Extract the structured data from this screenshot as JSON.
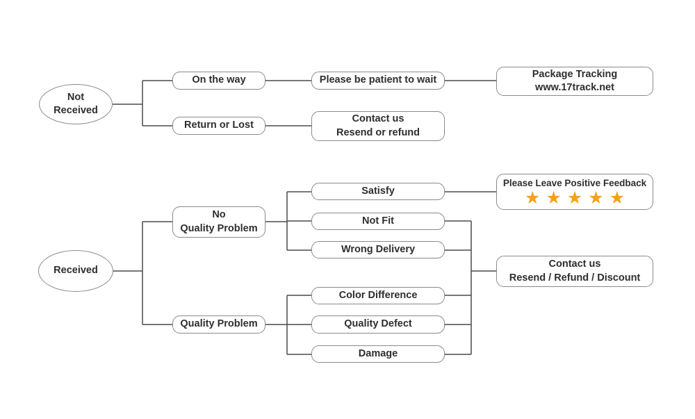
{
  "diagram": {
    "colors": {
      "star": "#F5A11C",
      "line": "#4a4a4a",
      "box_border": "#8a8a8a",
      "text": "#2e2e2e",
      "background": "#ffffff"
    },
    "not_received_flow": {
      "root_line1": "Not",
      "root_line2": "Received",
      "on_the_way": "On the way",
      "be_patient": "Please be patient to wait",
      "package_tracking_line1": "Package Tracking",
      "package_tracking_line2": "www.17track.net",
      "return_or_lost": "Return or Lost",
      "contact_line1": "Contact us",
      "contact_line2": "Resend or refund"
    },
    "received_flow": {
      "root": "Received",
      "no_quality_problem_line1": "No",
      "no_quality_problem_line2": "Quality Problem",
      "satisfy": "Satisfy",
      "not_fit": "Not Fit",
      "wrong_delivery": "Wrong Delivery",
      "quality_problem": "Quality Problem",
      "color_difference": "Color Difference",
      "quality_defect": "Quality Defect",
      "damage": "Damage",
      "feedback_title": "Please Leave Positive Feedback",
      "feedback_stars": "★★★★★",
      "feedback_star_count": 5,
      "contact_line1": "Contact us",
      "contact_line2": "Resend / Refund / Discount"
    }
  }
}
